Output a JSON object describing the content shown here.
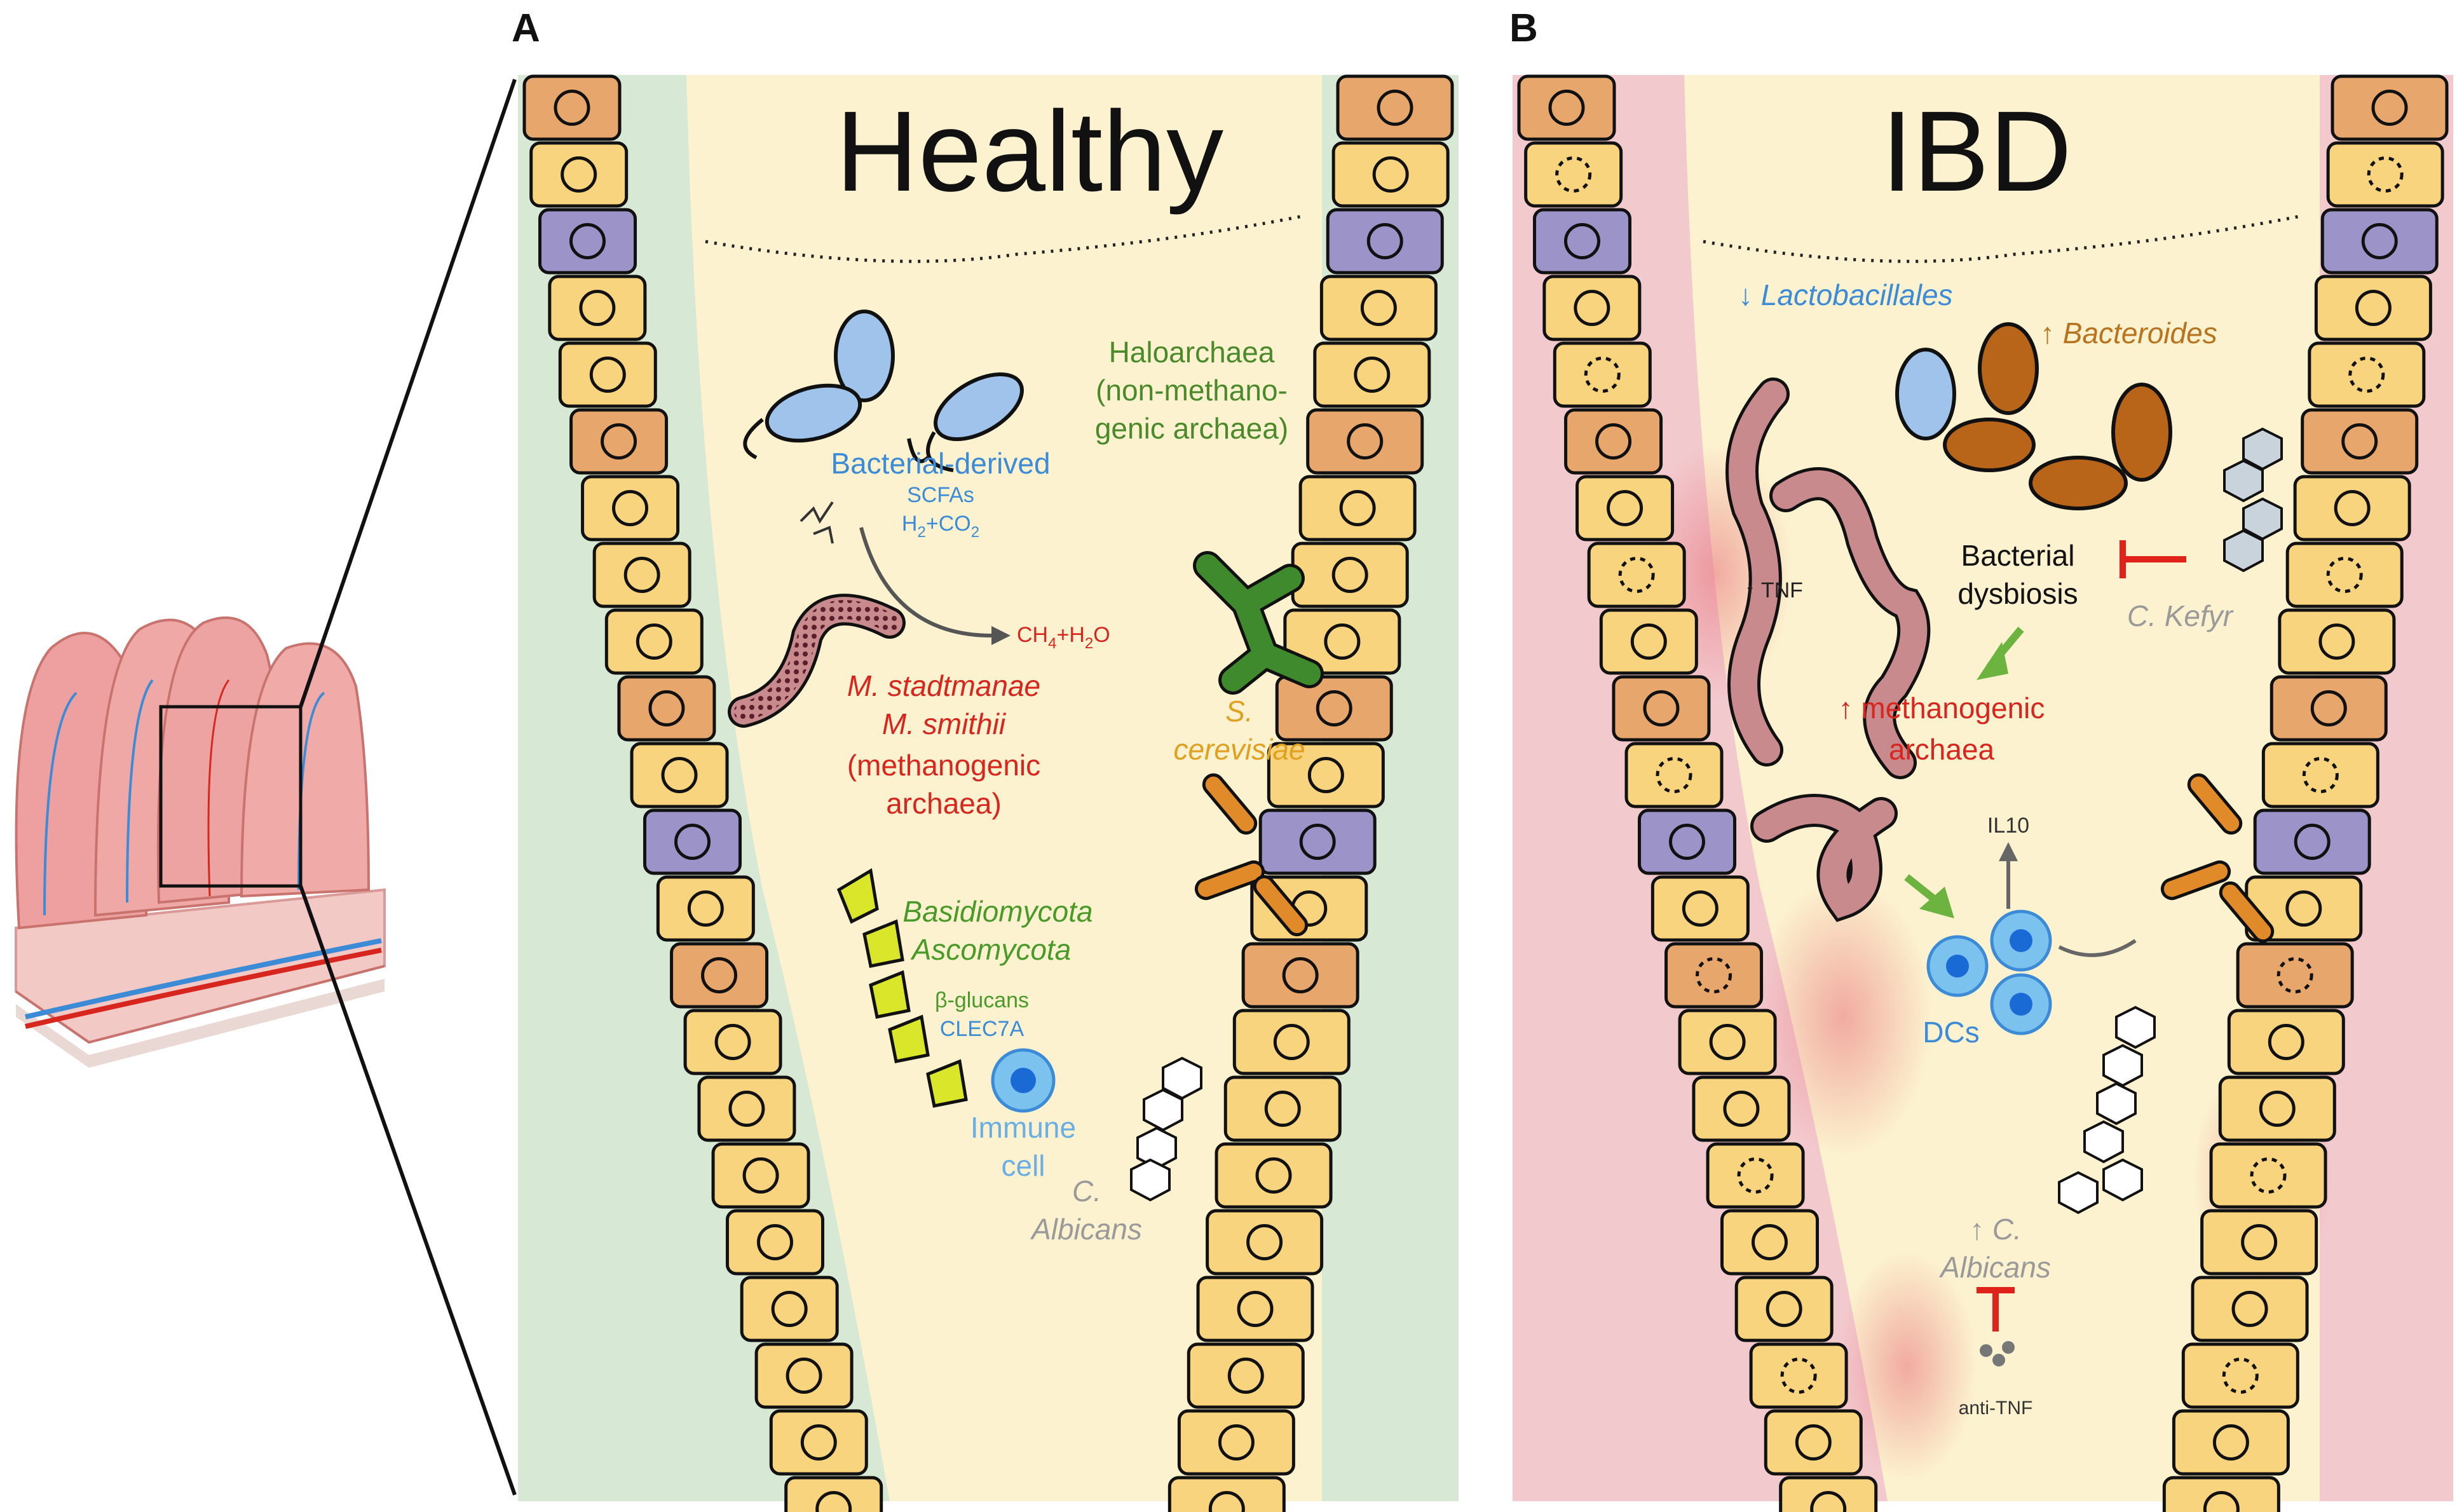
{
  "panels": {
    "a": {
      "letter": "A",
      "title": "Healthy"
    },
    "b": {
      "letter": "B",
      "title": "IBD"
    }
  },
  "healthy": {
    "bact_title": "Bacterial-derived",
    "bact_scfa": "SCFAs",
    "bact_h2_pre": "H",
    "bact_h2_sub": "2",
    "bact_h2_post": "+CO",
    "bact_co2_sub": "2",
    "methane_pre": "CH",
    "methane_sub": "4",
    "methane_mid": "+H",
    "methane_sub2": "2",
    "methane_post": "O",
    "m_stad": "M. stadtmanae",
    "m_smith": "M. smithii",
    "m_meth1": "(methanogenic",
    "m_meth2": "archaea)",
    "halo1": "Haloarchaea",
    "halo2": "(non-methano-",
    "halo3": "genic archaea)",
    "scer1": "S.",
    "scer2": "cerevisiae",
    "basid": "Basidiomycota",
    "ascom": "Ascomycota",
    "bglucan": "β-glucans",
    "clec": "CLEC7A",
    "immune1": "Immune",
    "immune2": "cell",
    "calb1": "C.",
    "calb2": "Albicans"
  },
  "ibd": {
    "lacto": "↓ Lactobacillales",
    "bacter": "↑ Bacteroides",
    "tnf": "↑ TNF",
    "dys1": "Bacterial",
    "dys2": "dysbiosis",
    "kefyr": "C. Kefyr",
    "meth1": "↑ methanogenic",
    "meth2": "archaea",
    "il10": "IL10",
    "dcs": "DCs",
    "calb1": "↑ C.",
    "calb2": "Albicans",
    "antitnf": "anti-TNF"
  },
  "colors": {
    "healthy_bg": "#d7e8d4",
    "ibd_bg": "#f2c9cd",
    "lumen": "#fcf2cf",
    "cell_yellow": "#f8d47e",
    "cell_orange": "#e7a76c",
    "cell_purple": "#9c93c9",
    "blue_text": "#3b8bd6",
    "red_text": "#d7261e",
    "green_text": "#4a8a2a",
    "orange_text": "#e0a020",
    "brown_text": "#b8731f",
    "gray_text": "#9a9a9a"
  }
}
